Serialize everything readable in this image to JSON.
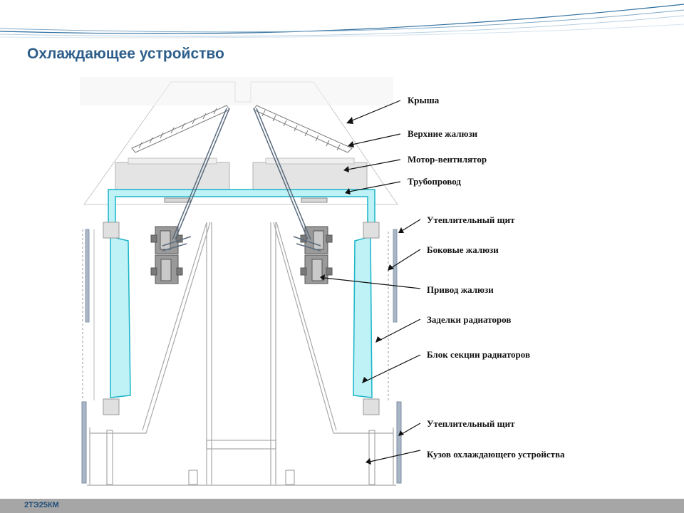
{
  "title": "Охлаждающее устройство",
  "footer_label": "2ТЭ25КМ",
  "callouts": {
    "roof": "Крыша",
    "upper_louvers": "Верхние жалюзи",
    "motor_fan": "Мотор-вентилятор",
    "pipeline": "Трубопровод",
    "insulation_shield_top": "Утеплительный щит",
    "side_louvers": "Боковые жалюзи",
    "louver_drive": "Привод жалюзи",
    "radiator_seals": "Заделки радиаторов",
    "radiator_section_block": "Блок секции радиаторов",
    "insulation_shield_bottom": "Утеплительный щит",
    "cooling_unit_body": "Кузов охлаждающего устройства"
  },
  "colors": {
    "title": "#2e5f8c",
    "cyan_fill": "#bff2f7",
    "cyan_stroke": "#1ab4c6",
    "footer": "#a6a6a6"
  }
}
